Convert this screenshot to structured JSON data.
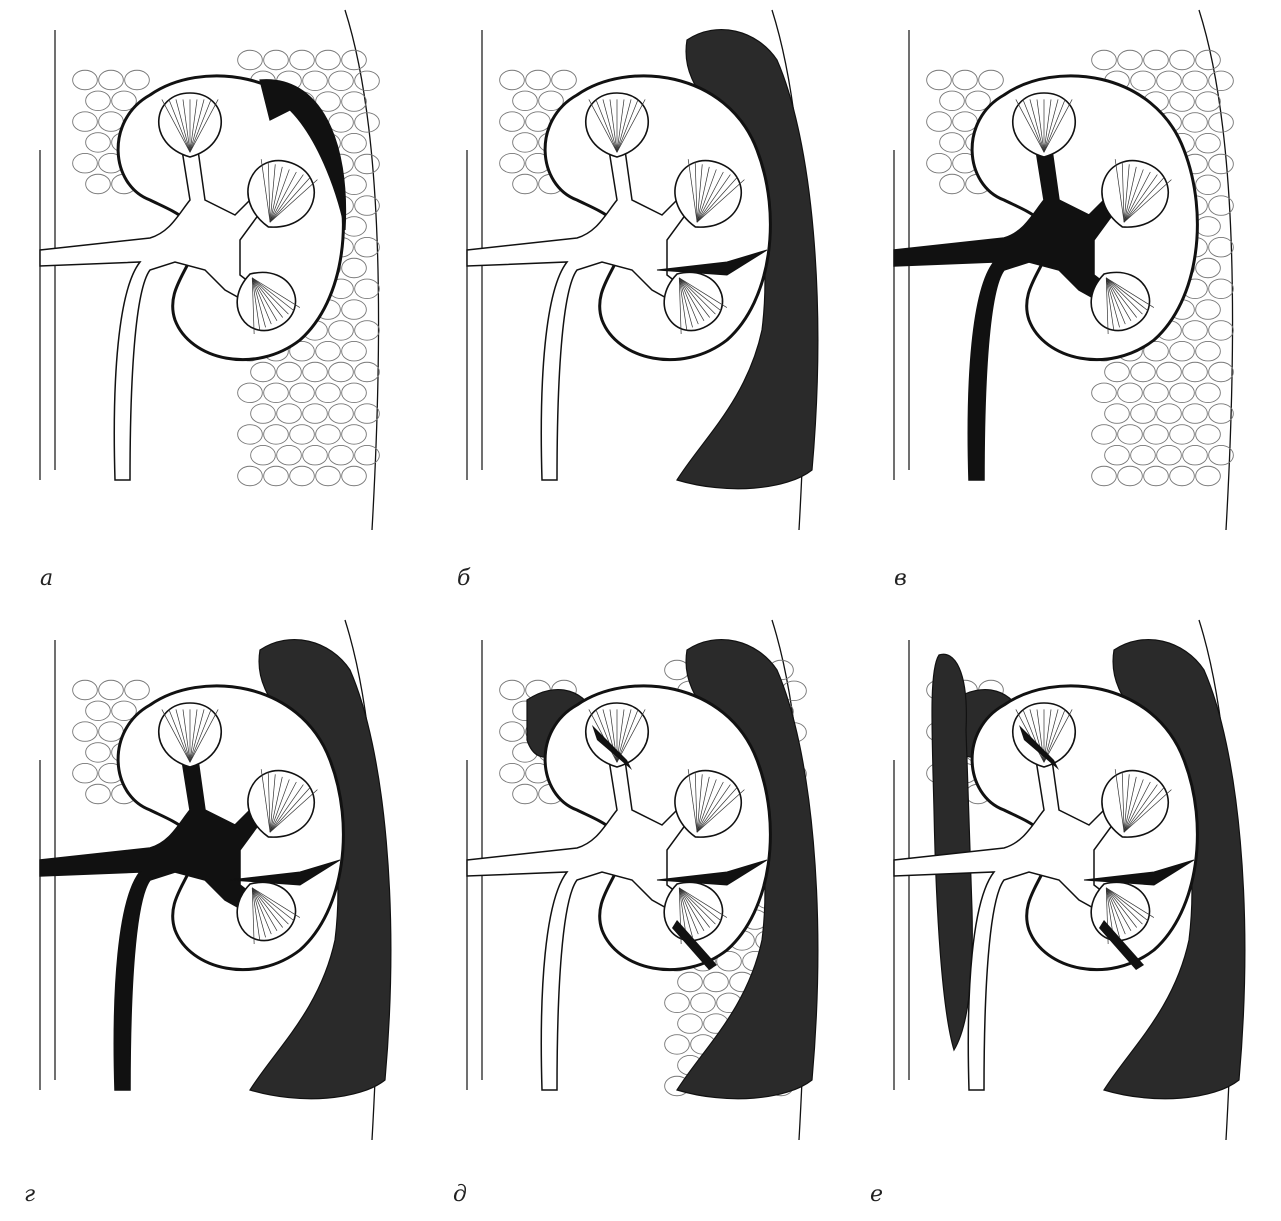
{
  "figure": {
    "colors": {
      "ink": "#111111",
      "stain": "#2a2a2a",
      "paper": "#ffffff"
    },
    "panels": [
      {
        "id": "a",
        "label": "а",
        "variant": "subcapsular"
      },
      {
        "id": "b",
        "label": "б",
        "variant": "perirenal"
      },
      {
        "id": "v",
        "label": "в",
        "variant": "pelvis-ureter"
      },
      {
        "id": "g",
        "label": "г",
        "variant": "combined"
      },
      {
        "id": "d",
        "label": "д",
        "variant": "multiple-ruptures"
      },
      {
        "id": "e",
        "label": "е",
        "variant": "crush"
      }
    ]
  }
}
